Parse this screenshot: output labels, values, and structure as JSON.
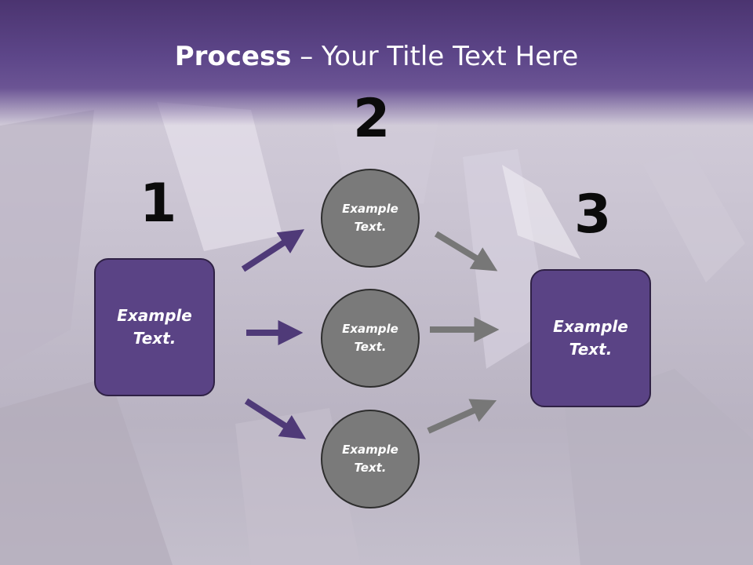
{
  "title": {
    "bold": "Process",
    "rest": " – Your Title Text Here"
  },
  "steps": {
    "one": "1",
    "two": "2",
    "three": "3"
  },
  "boxes": {
    "left": [
      "Example",
      "Text."
    ],
    "right": [
      "Example",
      "Text."
    ]
  },
  "circles": [
    {
      "lines": [
        "Example",
        "Text."
      ]
    },
    {
      "lines": [
        "Example",
        "Text."
      ]
    },
    {
      "lines": [
        "Example",
        "Text."
      ]
    }
  ],
  "colors": {
    "header": "#5d4689",
    "box": "#5a4385",
    "circle": "#7a7a7a",
    "arrow_purple": "#4f3a78",
    "arrow_gray": "#777777"
  }
}
